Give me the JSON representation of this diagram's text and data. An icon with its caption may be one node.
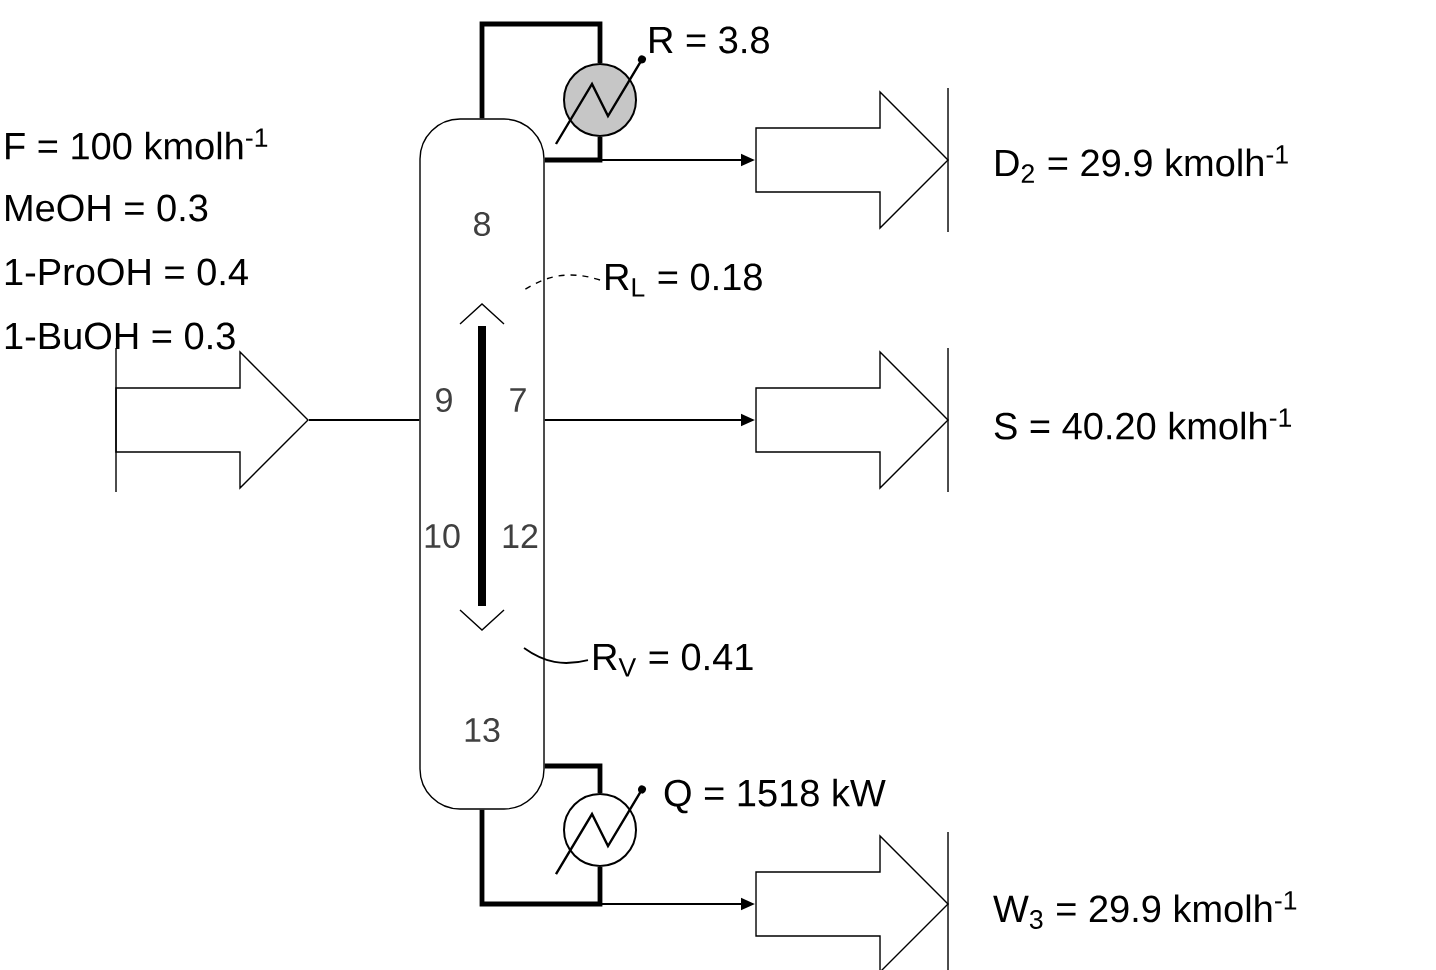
{
  "diagram": {
    "nodes": [
      {
        "text": [],
        "shape": "arrow"
      },
      {
        "text": [],
        "shape": "column"
      },
      {
        "text": [],
        "shape": "circle",
        "beside": [
          "R = 3.8"
        ]
      },
      {
        "text": [],
        "shape": "circle",
        "beside": [
          "Q = 1518 kW"
        ]
      },
      {
        "text": [],
        "shape": "arrow",
        "beside": [
          "D$_{2}$ = 29.9 kmolh$^{-1}$"
        ]
      },
      {
        "text": [],
        "shape": "arrow",
        "beside": [
          "S = 40.20 kmolh$^{-1}$"
        ]
      },
      {
        "text": [],
        "shape": "arrow",
        "beside": [
          "W$_{3}$ = 29.9 kmolh$^{-1}$"
        ]
      },
      {
        "text": [
          "R$_{L}$ = 0.18"
        ]
      },
      {
        "text": [
          "R$_{V}$ = 0.41"
        ]
      }
    ],
    "edges": [
      {
        "from": 0,
        "to": 1,
        "arrow": "none"
      },
      {
        "from": 1,
        "to": 2,
        "arrow": "none",
        "style": "thick"
      },
      {
        "from": 2,
        "to": 1,
        "arrow": "none",
        "style": "thick"
      },
      {
        "from": 2,
        "to": 4,
        "arrow": "to"
      },
      {
        "from": 1,
        "to": 5,
        "arrow": "to"
      },
      {
        "from": 1,
        "to": 3,
        "arrow": "none",
        "style": "thick"
      },
      {
        "from": 3,
        "to": 1,
        "arrow": "none",
        "style": "thick"
      },
      {
        "from": 3,
        "to": 6,
        "arrow": "to"
      },
      {
        "from": 7,
        "to": 1,
        "arrow": "none",
        "style": "dashed"
      },
      {
        "from": 8,
        "to": 1,
        "arrow": "none"
      }
    ],
    "labels": [
      "F = 100 kmolh$^{-1}$",
      "MeOH = 0.3",
      "1-ProOH = 0.4",
      "1-BuOH = 0.3",
      "8",
      "9",
      "7",
      "10",
      "12",
      "13"
    ]
  }
}
